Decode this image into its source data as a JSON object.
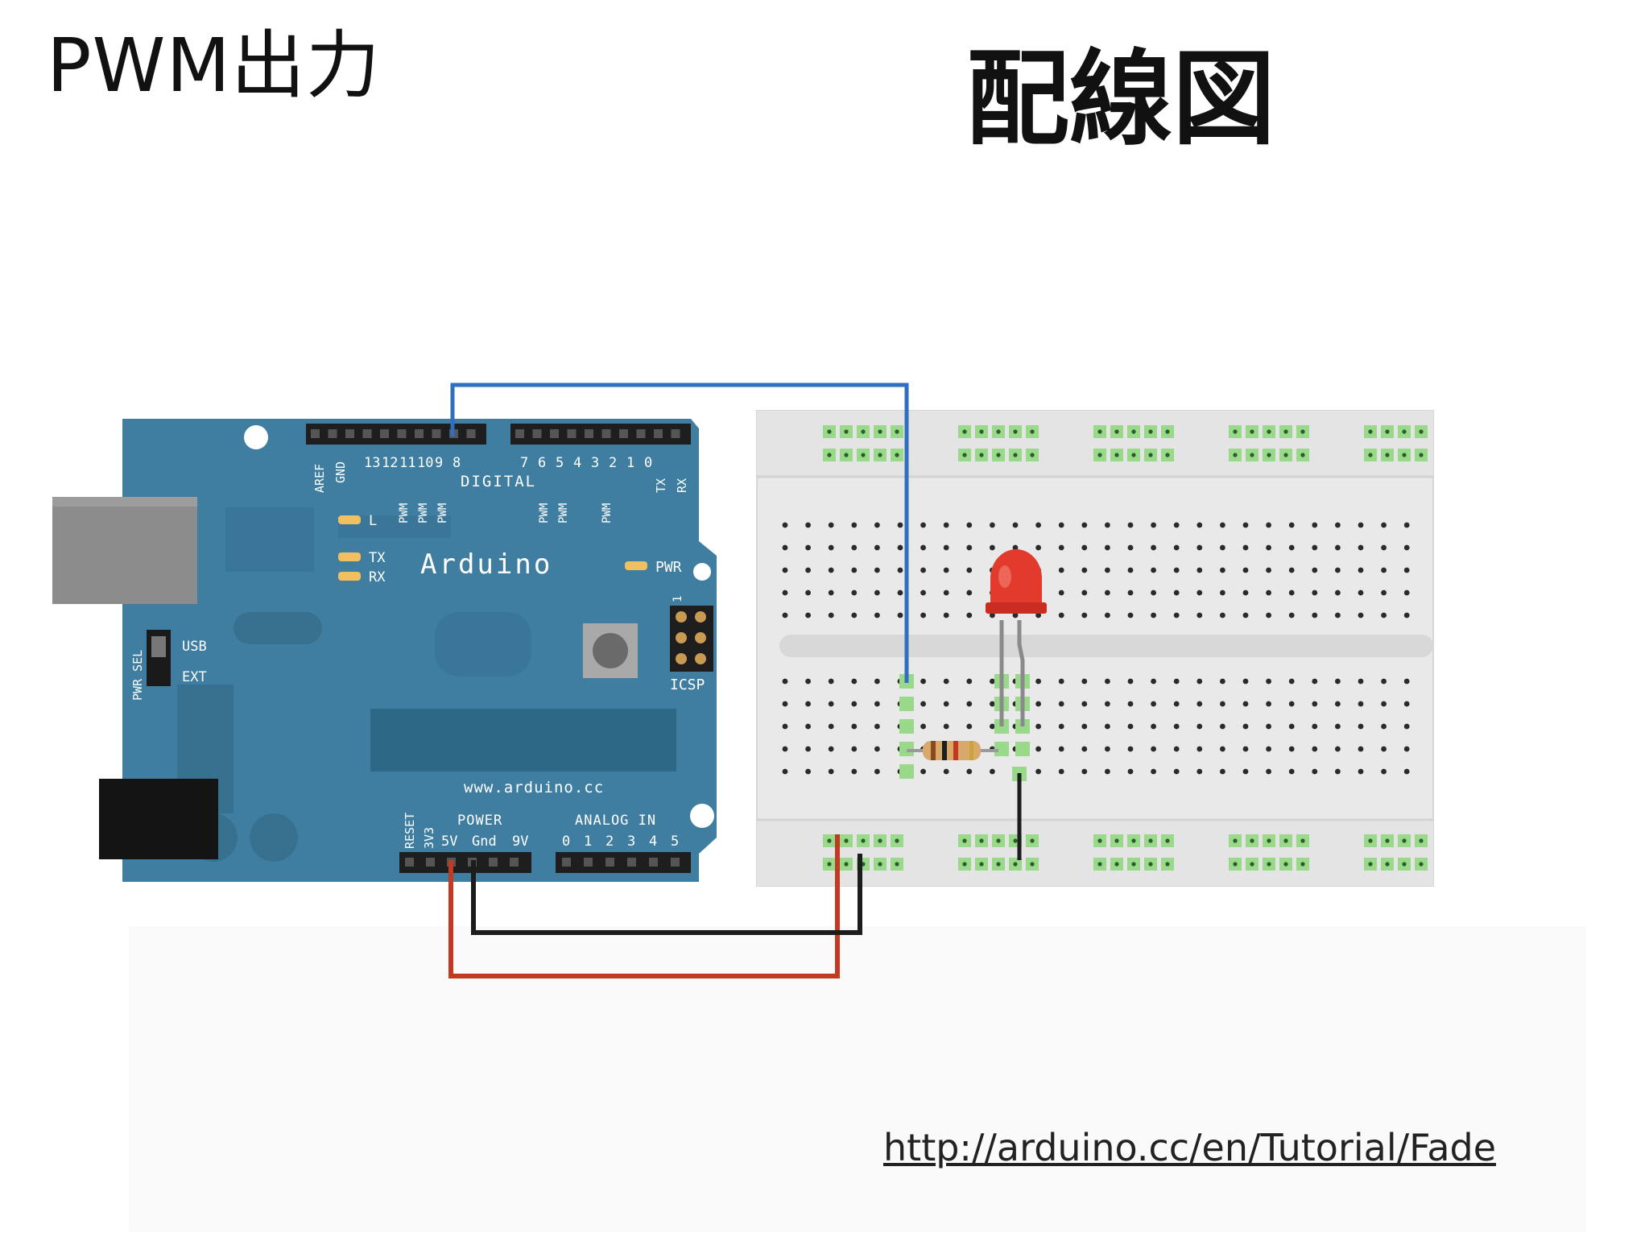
{
  "slide": {
    "title": "PWM出力",
    "heading": "配線図",
    "source_url": "http://arduino.cc/en/Tutorial/Fade"
  },
  "board": {
    "name": "Arduino",
    "website": "www.arduino.cc",
    "label_digital": "DIGITAL",
    "label_aref": "AREF",
    "label_gnd": "GND",
    "digital_pins_left": [
      "13",
      "12",
      "11",
      "10",
      "9",
      "8"
    ],
    "digital_pins_right": [
      "7",
      "6",
      "5",
      "4",
      "3",
      "2",
      "1",
      "0"
    ],
    "label_tx_pin": "TX",
    "label_rx_pin": "RX",
    "label_pwm": "PWM",
    "label_l": "L",
    "label_tx": "TX",
    "label_rx": "RX",
    "label_pwr": "PWR",
    "label_icsp": "ICSP",
    "label_icsp_pin1": "1",
    "label_pwr_sel": "PWR SEL",
    "label_usb": "USB",
    "label_ext": "EXT",
    "label_reset": "RESET",
    "label_3v3": "3V3",
    "label_power": "POWER",
    "label_5v": "5V",
    "label_gnd_power": "Gnd",
    "label_9v": "9V",
    "label_analog_in": "ANALOG IN",
    "analog_pins": [
      "0",
      "1",
      "2",
      "3",
      "4",
      "5"
    ]
  },
  "colors": {
    "board": "#3f7ea1",
    "board_dark": "#2d6886",
    "wire_signal": "#2f6fc2",
    "wire_5v": "#c23a22",
    "wire_gnd": "#1c1c1c",
    "led": "#e23a2c",
    "breadboard": "#e8e8e8",
    "rail_hole": "#98d98a"
  }
}
